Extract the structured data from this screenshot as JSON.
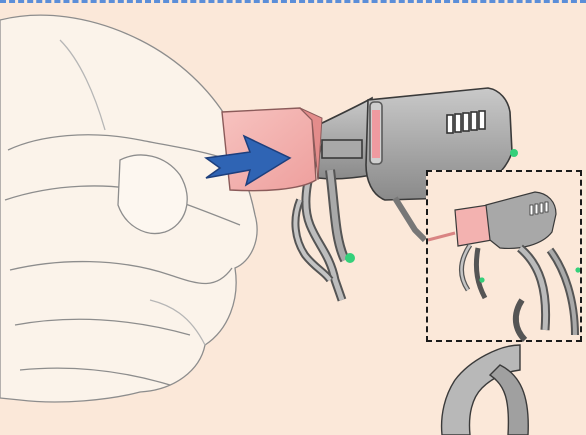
{
  "colors": {
    "background": "#fbe8d9",
    "top_border": "#5b8ed8",
    "connector": "#f3b2b0",
    "arrow": "#2f64b4",
    "device": "#9a9a9a",
    "indicator": "#34d07a",
    "inset_border": "#1a1a1a"
  },
  "icons": {
    "hand": "hand-illustration",
    "connector": "pink-usb-c-plug",
    "arrow": "insert-direction-arrow",
    "device": "glasses-temple-charging-port",
    "indicator": "green-led-dot",
    "inset": "zoom-inset-detail"
  }
}
